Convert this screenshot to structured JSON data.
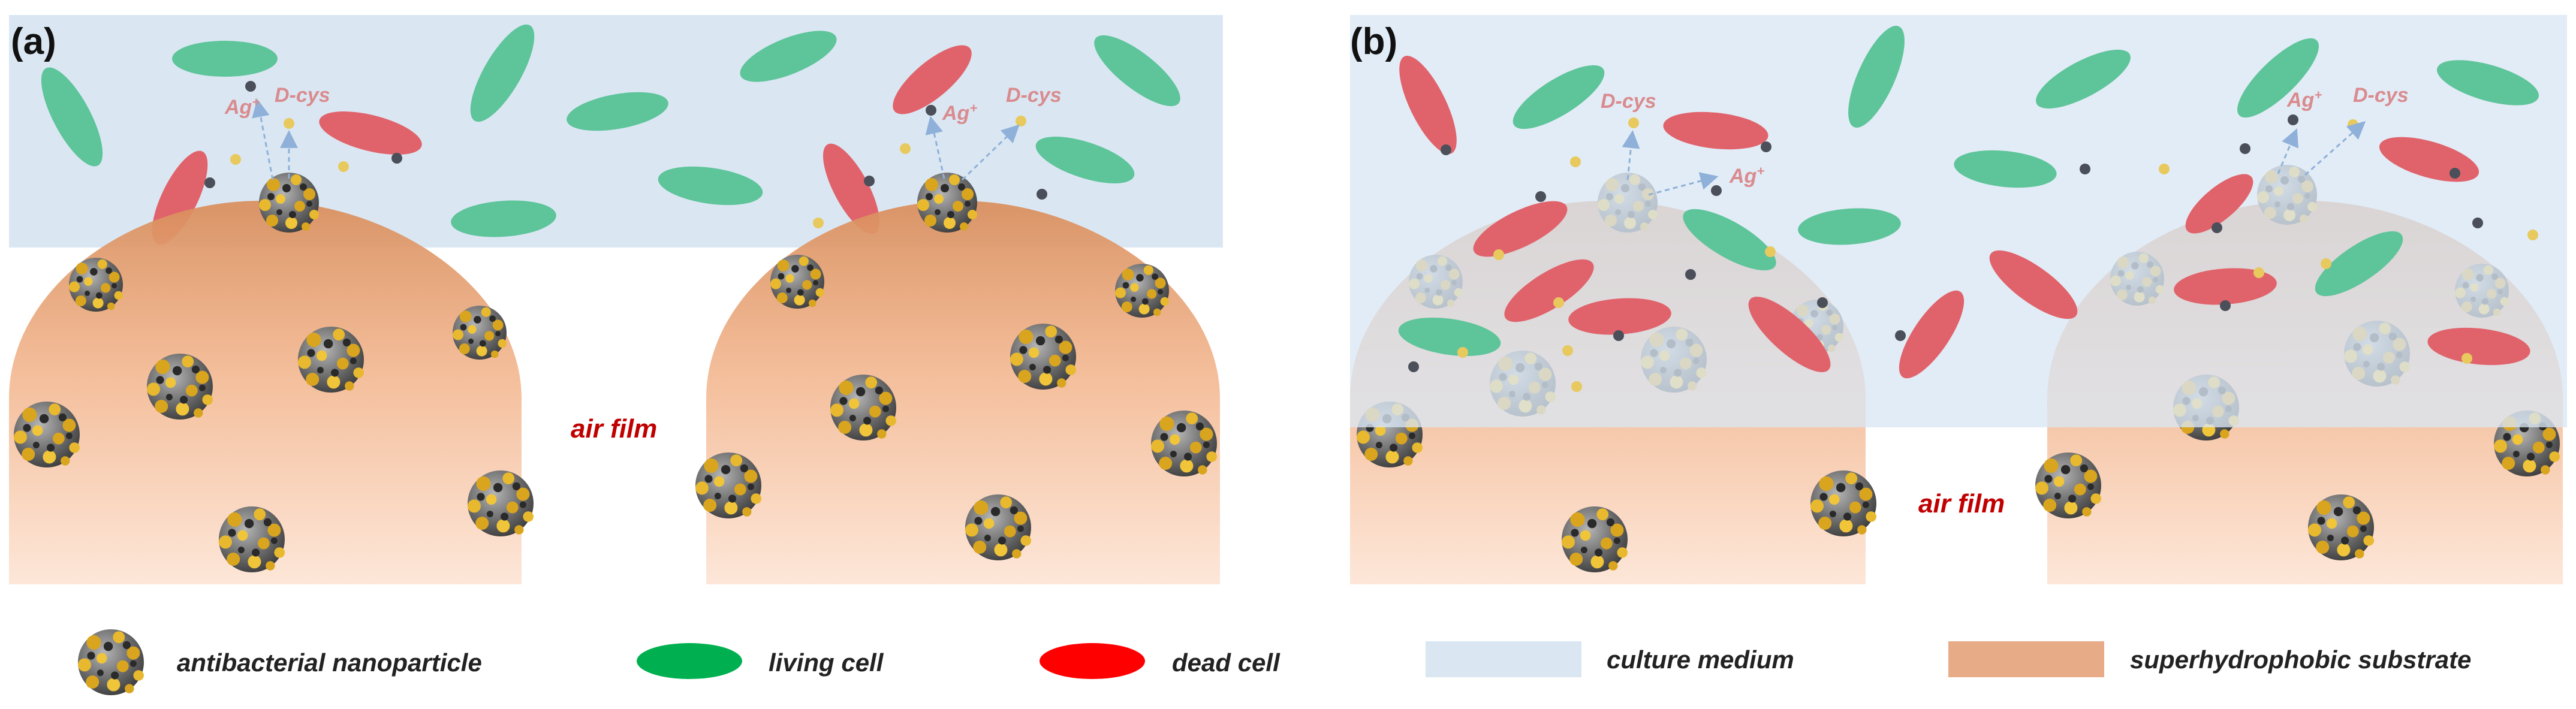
{
  "colors": {
    "medium": "#dae7f3",
    "substrate_dark": "#d98e5c",
    "substrate_light": "#fde5d6",
    "living": "#5ec49a",
    "dead": "#e0636b",
    "ion_text": "#d98b8e",
    "air_text": "#c00000",
    "dsys_dot": "#e8c95e",
    "ag_dot": "#4a4f5a",
    "arrow": "#8fb0d8"
  },
  "panels": [
    {
      "label": "(a)",
      "air_label": "air film",
      "labels": {
        "ag": "Ag",
        "ag_sup": "+",
        "dcys": "D-cys"
      }
    },
    {
      "label": "(b)",
      "air_label": "air film",
      "labels": {
        "ag": "Ag",
        "ag_sup": "+",
        "dcys": "D-cys"
      }
    }
  ],
  "legend": [
    {
      "label": "antibacterial nanoparticle",
      "icon": "nanoparticle-icon"
    },
    {
      "label": "living cell",
      "icon": "green-ellipse"
    },
    {
      "label": "dead cell",
      "icon": "red-ellipse"
    },
    {
      "label": "culture medium",
      "icon": "light-blue-rect"
    },
    {
      "label": "superhydrophobic substrate",
      "icon": "tan-rect"
    }
  ]
}
